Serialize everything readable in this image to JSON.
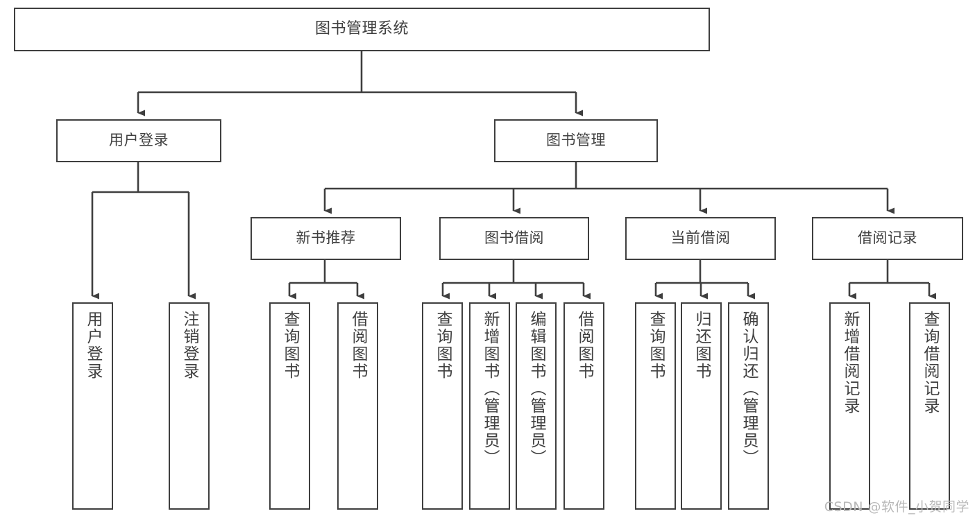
{
  "diagram": {
    "title": "图书管理系统",
    "type": "tree-hierarchy",
    "line_color": "#3f3f3f",
    "text_color": "#404040",
    "background_color": "#ffffff"
  },
  "root": {
    "label": "图书管理系统"
  },
  "level2": [
    {
      "label": "用户登录"
    },
    {
      "label": "图书管理"
    }
  ],
  "level3": [
    {
      "label": "新书推荐"
    },
    {
      "label": "图书借阅"
    },
    {
      "label": "当前借阅"
    },
    {
      "label": "借阅记录"
    }
  ],
  "leaves": {
    "user_login": [
      {
        "label": "用户登录"
      },
      {
        "label": "注销登录"
      }
    ],
    "new_book_recommend": [
      {
        "label": "查询图书"
      },
      {
        "label": "借阅图书"
      }
    ],
    "book_borrow": [
      {
        "label": "查询图书"
      },
      {
        "label": "新增图书（管理员）"
      },
      {
        "label": "编辑图书（管理员）"
      },
      {
        "label": "借阅图书"
      }
    ],
    "current_borrow": [
      {
        "label": "查询图书"
      },
      {
        "label": "归还图书"
      },
      {
        "label": "确认归还（管理员）"
      }
    ],
    "borrow_record": [
      {
        "label": "新增借阅记录"
      },
      {
        "label": "查询借阅记录"
      }
    ]
  },
  "watermark": {
    "text": "CSDN @软件_小贺同学"
  },
  "chart_data": {
    "type": "table",
    "title": "图书管理系统 功能结构图",
    "nodes": [
      {
        "id": "root",
        "label": "图书管理系统",
        "level": 0,
        "parent": null
      },
      {
        "id": "n-user-login",
        "label": "用户登录",
        "level": 1,
        "parent": "root"
      },
      {
        "id": "n-book-manage",
        "label": "图书管理",
        "level": 1,
        "parent": "root"
      },
      {
        "id": "n-login-1",
        "label": "用户登录",
        "level": 2,
        "parent": "n-user-login"
      },
      {
        "id": "n-login-2",
        "label": "注销登录",
        "level": 2,
        "parent": "n-user-login"
      },
      {
        "id": "n-new-book",
        "label": "新书推荐",
        "level": 2,
        "parent": "n-book-manage"
      },
      {
        "id": "n-book-borrow",
        "label": "图书借阅",
        "level": 2,
        "parent": "n-book-manage"
      },
      {
        "id": "n-cur-borrow",
        "label": "当前借阅",
        "level": 2,
        "parent": "n-book-manage"
      },
      {
        "id": "n-borrow-rec",
        "label": "借阅记录",
        "level": 2,
        "parent": "n-book-manage"
      },
      {
        "id": "n-nb-1",
        "label": "查询图书",
        "level": 3,
        "parent": "n-new-book"
      },
      {
        "id": "n-nb-2",
        "label": "借阅图书",
        "level": 3,
        "parent": "n-new-book"
      },
      {
        "id": "n-bb-1",
        "label": "查询图书",
        "level": 3,
        "parent": "n-book-borrow"
      },
      {
        "id": "n-bb-2",
        "label": "新增图书（管理员）",
        "level": 3,
        "parent": "n-book-borrow"
      },
      {
        "id": "n-bb-3",
        "label": "编辑图书（管理员）",
        "level": 3,
        "parent": "n-book-borrow"
      },
      {
        "id": "n-bb-4",
        "label": "借阅图书",
        "level": 3,
        "parent": "n-book-borrow"
      },
      {
        "id": "n-cb-1",
        "label": "查询图书",
        "level": 3,
        "parent": "n-cur-borrow"
      },
      {
        "id": "n-cb-2",
        "label": "归还图书",
        "level": 3,
        "parent": "n-cur-borrow"
      },
      {
        "id": "n-cb-3",
        "label": "确认归还（管理员）",
        "level": 3,
        "parent": "n-cur-borrow"
      },
      {
        "id": "n-br-1",
        "label": "新增借阅记录",
        "level": 3,
        "parent": "n-borrow-rec"
      },
      {
        "id": "n-br-2",
        "label": "查询借阅记录",
        "level": 3,
        "parent": "n-borrow-rec"
      }
    ]
  }
}
